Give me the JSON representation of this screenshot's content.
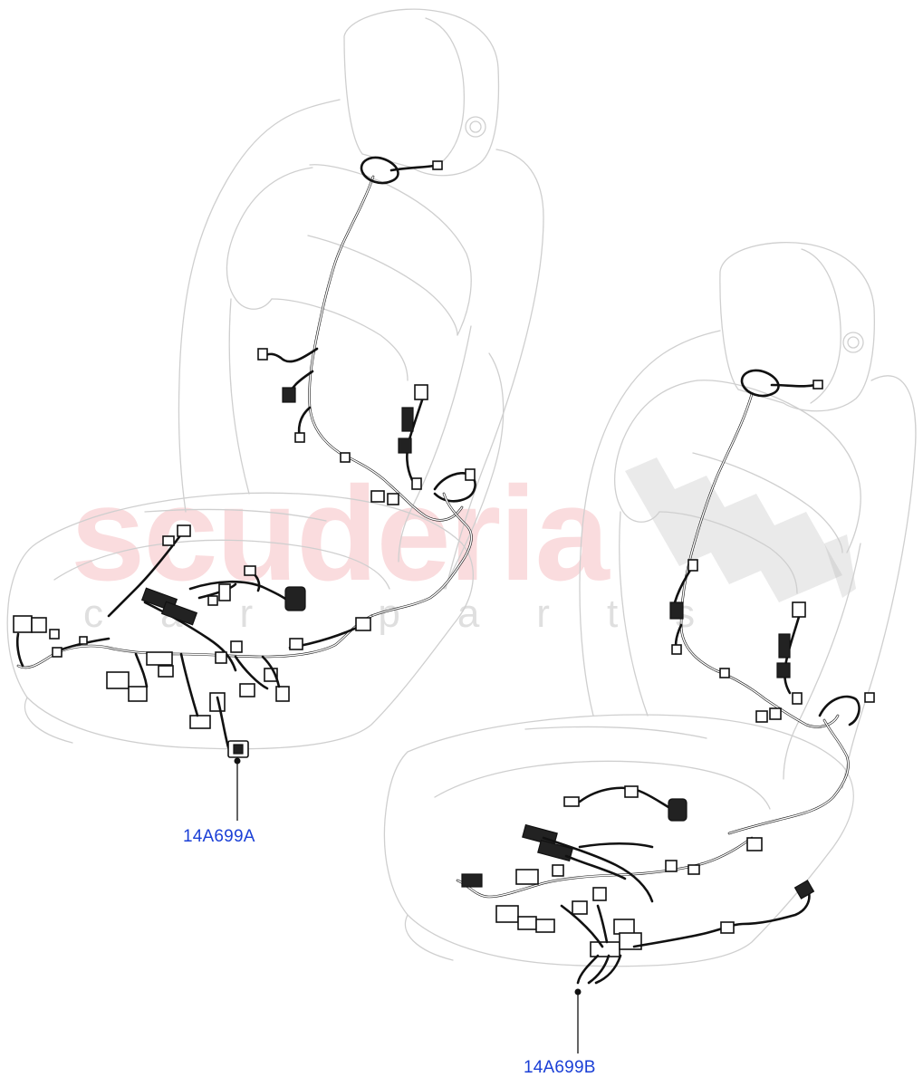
{
  "labels": {
    "part_a": "14A699A",
    "part_b": "14A699B"
  },
  "watermark": {
    "brand": "scuderia",
    "tagline": "car parts",
    "brand_color": "#ec7680",
    "tagline_color": "#969696"
  },
  "colors": {
    "callout_text": "#1a3fd6",
    "outline": "#cfcfcf",
    "harness": "#111111"
  }
}
